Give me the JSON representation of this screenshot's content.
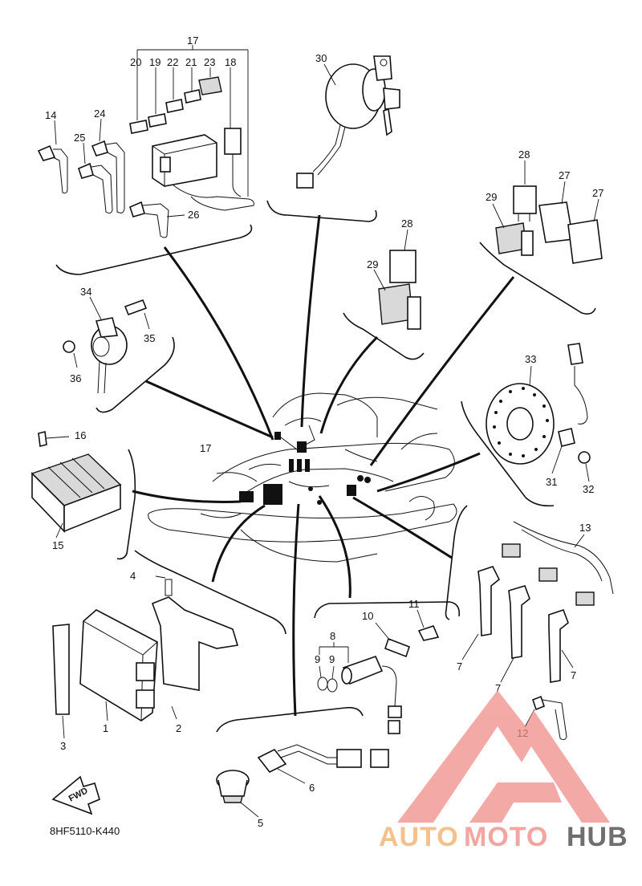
{
  "diagram_code": "8HF5110-K440",
  "fwd_label": "FWD",
  "watermark": {
    "part1": "AUTO",
    "part2": "MOTO",
    "part3": "HUB",
    "colors": {
      "part1": "#f5c08a",
      "part2": "#f3a6a0",
      "part3": "#6f6f6f",
      "logo": "#f08d88"
    }
  },
  "callouts": {
    "c1": "1",
    "c2": "2",
    "c3": "3",
    "c4": "4",
    "c5": "5",
    "c6": "6",
    "c7a": "7",
    "c7b": "7",
    "c7c": "7",
    "c8": "8",
    "c9a": "9",
    "c9b": "9",
    "c10": "10",
    "c11": "11",
    "c12": "12",
    "c13": "13",
    "c14": "14",
    "c15": "15",
    "c16": "16",
    "c17a": "17",
    "c17b": "17",
    "c18": "18",
    "c19": "19",
    "c20": "20",
    "c21": "21",
    "c22": "22",
    "c23": "23",
    "c24": "24",
    "c25": "25",
    "c26": "26",
    "c27a": "27",
    "c27b": "27",
    "c28a": "28",
    "c28b": "28",
    "c29a": "29",
    "c29b": "29",
    "c30": "30",
    "c31": "31",
    "c32": "32",
    "c33": "33",
    "c34": "34",
    "c35": "35",
    "c36": "36"
  }
}
